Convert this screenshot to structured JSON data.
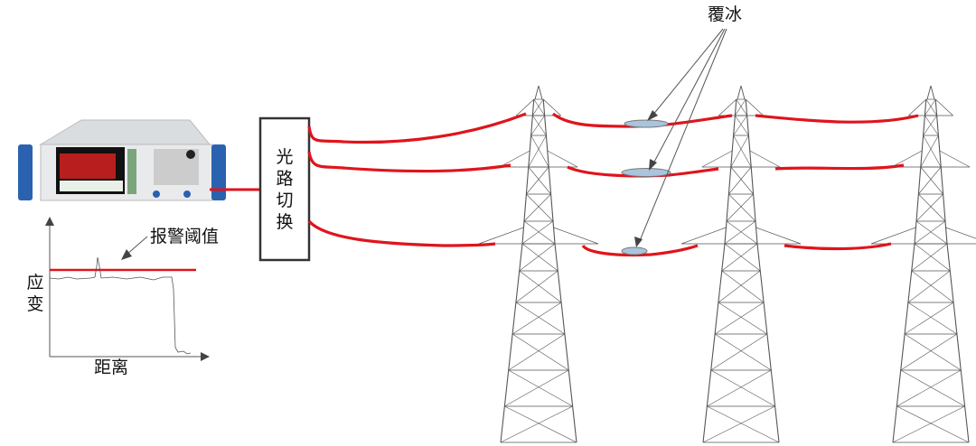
{
  "labels": {
    "icing": "覆冰",
    "alarm_threshold": "报警阈值",
    "y_axis": [
      "应",
      "变"
    ],
    "x_axis": "距离",
    "optical_switch": [
      "光",
      "路",
      "切",
      "换"
    ]
  },
  "colors": {
    "fiber": "#e0141c",
    "threshold": "#e0141c",
    "tower": "#555555",
    "ice": "#a9c4dc",
    "instrument_handle": "#2a62b0",
    "screen": "#b81e1e"
  }
}
